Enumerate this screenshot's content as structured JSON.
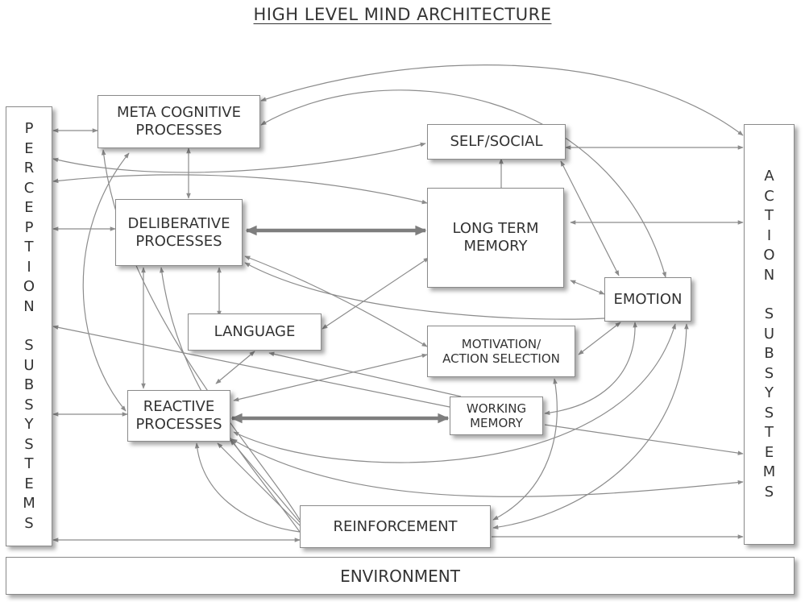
{
  "title": "HIGH LEVEL MIND ARCHITECTURE",
  "nodes": {
    "perception": {
      "word1": "PERCEPTION",
      "word2": "SUBSYSTEMS"
    },
    "action": {
      "word1": "ACTION",
      "word2": "SUBSYSTEMS"
    },
    "meta_cognitive": {
      "line1": "META COGNITIVE",
      "line2": "PROCESSES"
    },
    "self_social": {
      "label": "SELF/SOCIAL"
    },
    "deliberative": {
      "line1": "DELIBERATIVE",
      "line2": "PROCESSES"
    },
    "long_term_memory": {
      "line1": "LONG TERM",
      "line2": "MEMORY"
    },
    "emotion": {
      "label": "EMOTION"
    },
    "language": {
      "label": "LANGUAGE"
    },
    "motivation": {
      "line1": "MOTIVATION/",
      "line2": "ACTION SELECTION"
    },
    "reactive": {
      "line1": "REACTIVE",
      "line2": "PROCESSES"
    },
    "working_memory": {
      "line1": "WORKING",
      "line2": "MEMORY"
    },
    "reinforcement": {
      "label": "REINFORCEMENT"
    },
    "environment": {
      "label": "ENVIRONMENT"
    }
  },
  "colors": {
    "arrow": "#8c8c8c",
    "border": "#8a8a8a",
    "text": "#333333"
  }
}
